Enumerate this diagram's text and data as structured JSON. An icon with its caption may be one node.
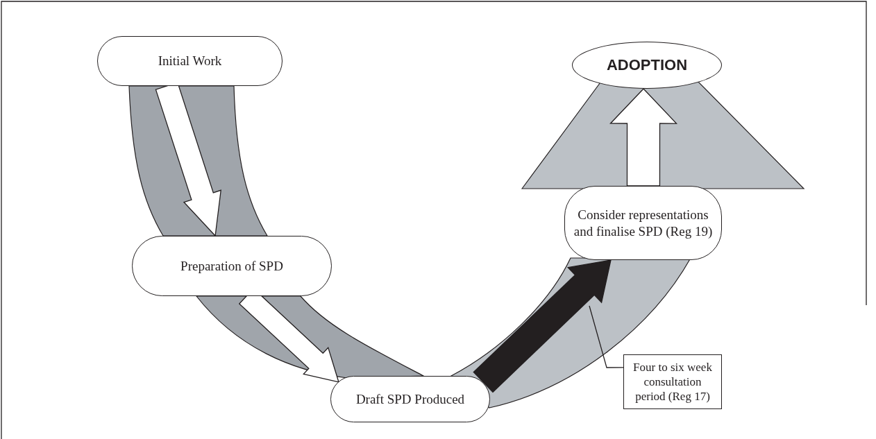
{
  "diagram": {
    "nodes": [
      {
        "text": [
          "Initial Work"
        ]
      },
      {
        "text": [
          "Preparation of SPD"
        ]
      },
      {
        "text": [
          "Draft SPD Produced"
        ]
      },
      {
        "text": [
          "Consider representations and finalise SPD (Reg 19)"
        ]
      },
      {
        "text": [
          "ADOPTION"
        ]
      },
      {
        "text": [
          "Four to six week consultation period (Reg 17)"
        ]
      }
    ],
    "edges": [
      {
        "from": 0,
        "to": 1,
        "arrow": "to"
      },
      {
        "from": 1,
        "to": 2,
        "arrow": "to"
      },
      {
        "from": 2,
        "to": 3,
        "arrow": "to",
        "color": "#231f20"
      },
      {
        "from": 3,
        "to": 4,
        "arrow": "to"
      },
      {
        "from": 5,
        "to": null,
        "arrow": "none"
      }
    ]
  }
}
